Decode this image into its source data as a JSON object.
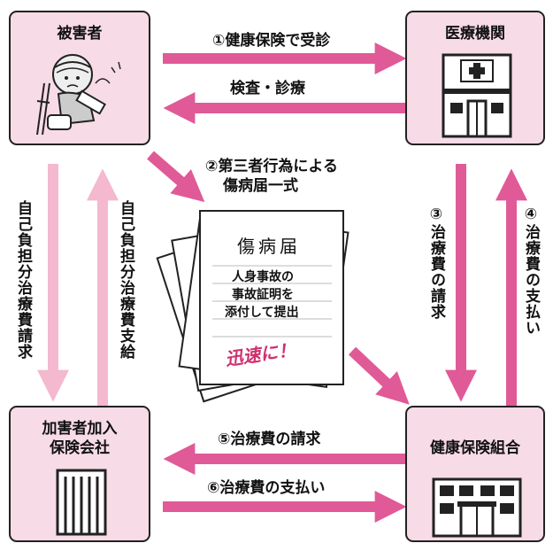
{
  "nodes": {
    "victim": "被害者",
    "hospital": "医療機関",
    "insurer_perpetrator": [
      "加害者加入",
      "保険会社"
    ],
    "health_union": "健康保険組合"
  },
  "steps": {
    "s1": "①健康保険で受診",
    "exam": "検査・診療",
    "s2": [
      "②第三者行為による",
      "傷病届一式"
    ],
    "s3": "③治療費の請求",
    "s4": "④治療費の支払い",
    "s5": "⑤治療費の請求",
    "s6": "⑥治療費の支払い",
    "self_claim": "自己負担分治療費請求",
    "self_pay": "自己負担分治療費支給"
  },
  "document": {
    "title": "傷病届",
    "lines": [
      "人身事故の",
      "事故証明を",
      "添付して提出"
    ],
    "stamp": "迅速に！"
  },
  "colors": {
    "box_fill": "#f7dbe6",
    "arrow_strong": "#e05a97",
    "arrow_light": "#f4b8cf",
    "stamp": "#d0306f"
  },
  "icons": [
    "injured-person-icon",
    "hospital-building-icon",
    "office-building-icon",
    "union-building-icon"
  ]
}
